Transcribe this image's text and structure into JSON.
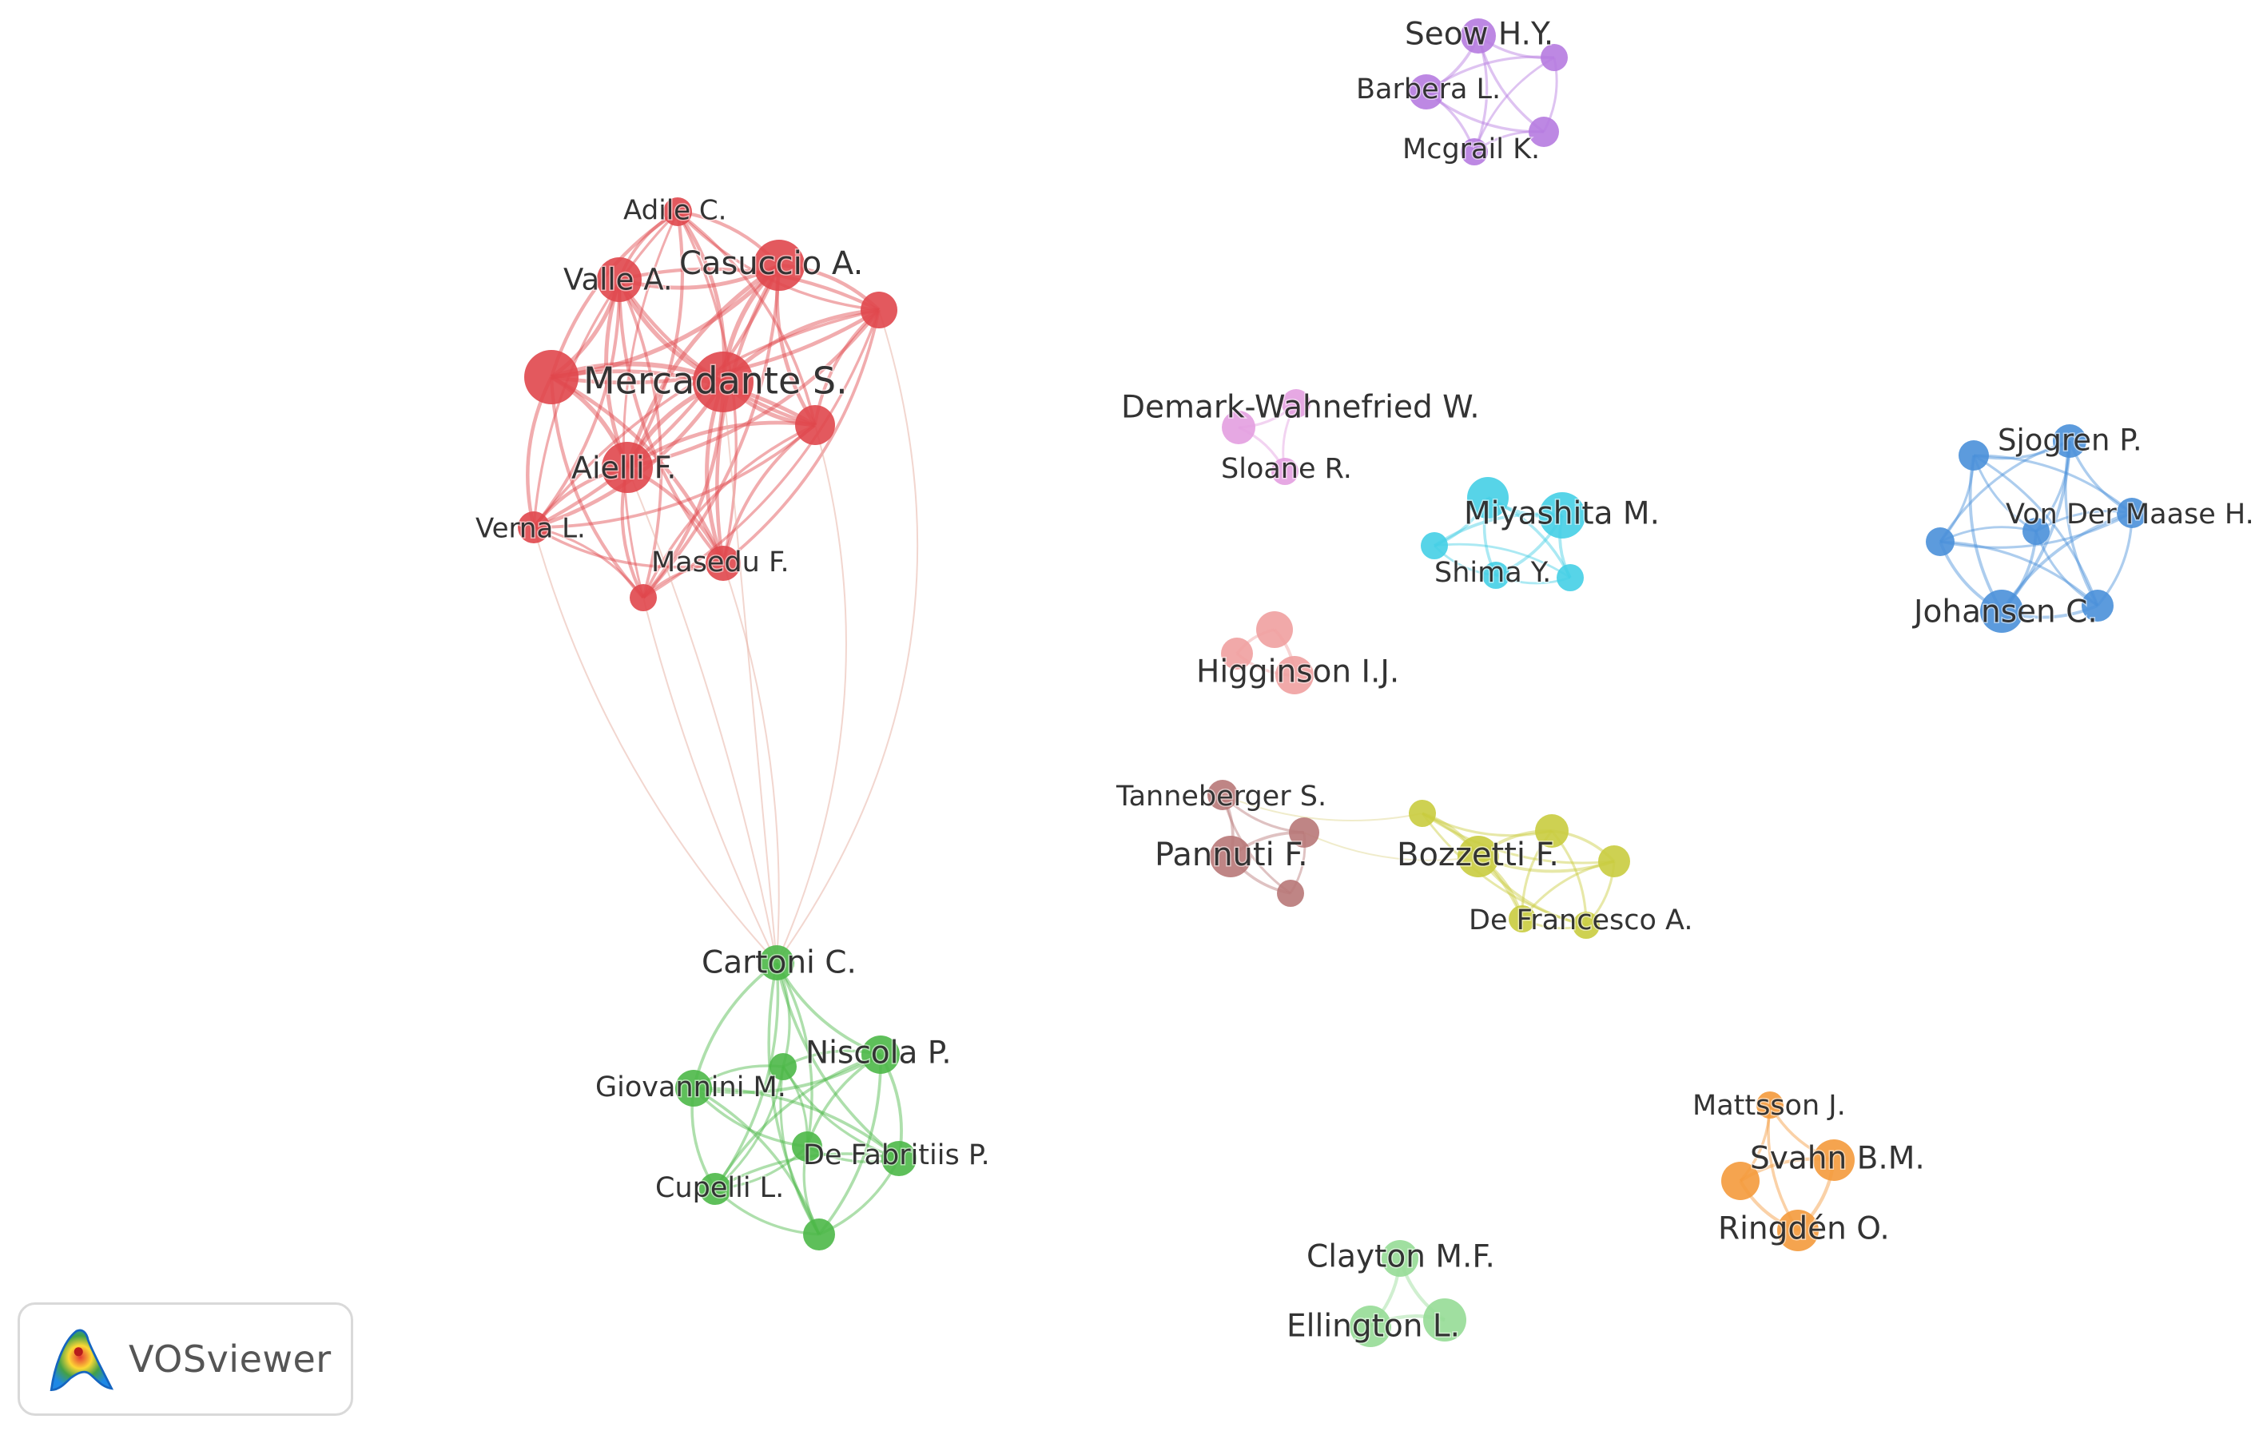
{
  "app_name": "VOSviewer",
  "colors": {
    "red": "#e0474c",
    "green": "#4cb848",
    "purple": "#b67be0",
    "pink": "#e39ee0",
    "cyan": "#45cfe5",
    "blue": "#4a90d9",
    "salmon": "#f0a0a0",
    "brown": "#b87878",
    "yellow": "#c9cc3f",
    "orange": "#f49a3c",
    "lightgreen": "#96dc96"
  },
  "clusters": [
    {
      "name": "red",
      "color_key": "red",
      "labels": [
        "Mercadante S.",
        "Casuccio A.",
        "Adile C.",
        "Valle A.",
        "Aielli F.",
        "Verna L.",
        "Masedu F."
      ]
    },
    {
      "name": "green",
      "color_key": "green",
      "labels": [
        "Cartoni C.",
        "Niscola P.",
        "Giovannini M.",
        "De Fabritiis P.",
        "Cupelli L."
      ]
    },
    {
      "name": "purple",
      "color_key": "purple",
      "labels": [
        "Seow H.Y.",
        "Barbera L.",
        "Mcgrail K."
      ]
    },
    {
      "name": "pink",
      "color_key": "pink",
      "labels": [
        "Demark-Wahnefried W.",
        "Sloane R."
      ]
    },
    {
      "name": "cyan",
      "color_key": "cyan",
      "labels": [
        "Miyashita M.",
        "Shima Y."
      ]
    },
    {
      "name": "blue",
      "color_key": "blue",
      "labels": [
        "Sjogren P.",
        "Von Der Maase H.",
        "Johansen C."
      ]
    },
    {
      "name": "salmon",
      "color_key": "salmon",
      "labels": [
        "Higginson I.J."
      ]
    },
    {
      "name": "brown",
      "color_key": "brown",
      "labels": [
        "Tanneberger S.",
        "Pannuti F."
      ]
    },
    {
      "name": "yellow",
      "color_key": "yellow",
      "labels": [
        "Bozzetti F.",
        "De Francesco A."
      ]
    },
    {
      "name": "orange",
      "color_key": "orange",
      "labels": [
        "Mattsson J.",
        "Svahn B.M.",
        "Ringdén O."
      ]
    },
    {
      "name": "lightgreen",
      "color_key": "lightgreen",
      "labels": [
        "Clayton M.F.",
        "Ellington L."
      ]
    }
  ]
}
